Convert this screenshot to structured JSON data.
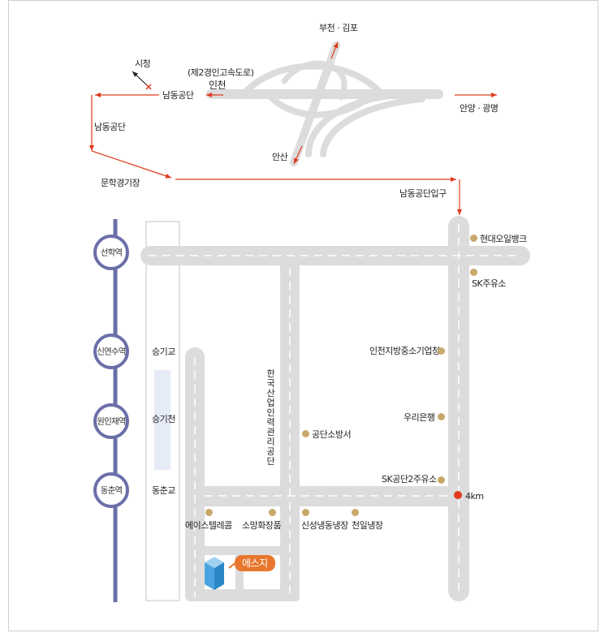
{
  "colors": {
    "route": "#e03a1e",
    "road": "#dcdcdc",
    "road_dash": "#ffffff",
    "subway_line": "#6b6fa8",
    "landmark_dot": "#c8a96a",
    "stream": "#e6ecf7",
    "destination_badge": "#e8762c",
    "building": "#4aa3e0"
  },
  "top_labels": {
    "bucheon_gimpo": "부천 · 김포",
    "expressway_2": "(제2경인고속도로)",
    "incheon": "인천",
    "city_hall": "시청",
    "namdong_gongdan_1": "남동공단",
    "namdong_gongdan_2": "남동공단",
    "anyang_gwangmyeong": "안양 · 광명",
    "ansan": "안산",
    "munhak_stadium": "문학경기장",
    "namdong_entrance": "남동공단입구"
  },
  "subway_stations": [
    "선학역",
    "신연수역",
    "원인재역",
    "동춘역"
  ],
  "side_labels": {
    "seunggi_bridge": "승기교",
    "seunggi_stream": "승기천",
    "dongchun_bridge": "동춘교"
  },
  "road_name_vertical": "한국산업인력관리공단",
  "landmarks": {
    "hyundai_oil_bank": "현대오일뱅크",
    "sk_gas_station": "SK주유소",
    "smba_incheon": "인천지방중소기업청",
    "woori_bank": "우리은행",
    "gongdan_fire_station": "공단소방서",
    "sk_gongdan2_gas": "SK공단2주유소",
    "ace_telecom": "에이스텔레콤",
    "somang_cosmetics": "소망화장품",
    "sinsung_refrigeration": "신성냉동냉장",
    "cheonil_refrigeration": "천일냉장"
  },
  "distance_marker": "4km",
  "destination": "에스지"
}
